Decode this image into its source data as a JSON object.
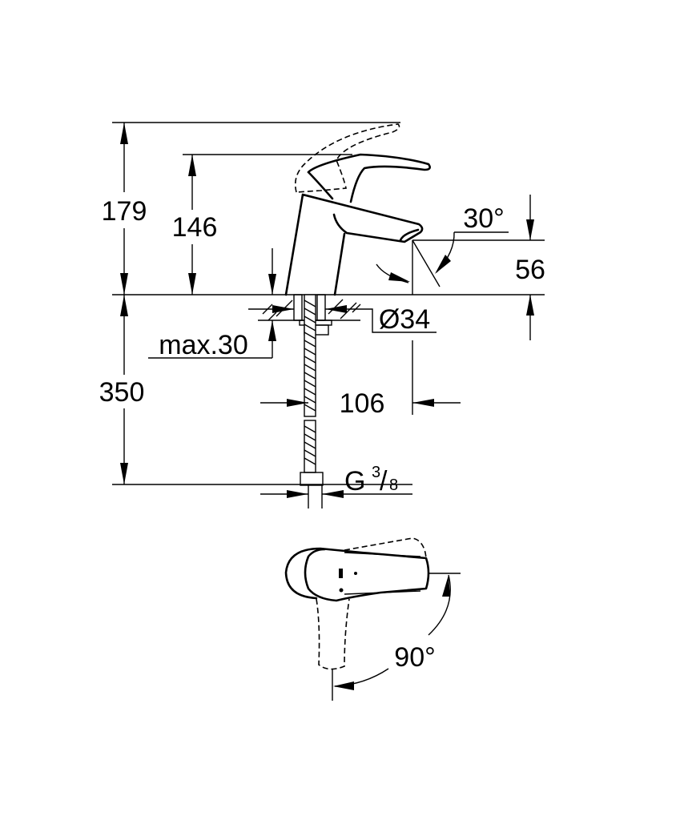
{
  "drawing": {
    "dimensions": {
      "total_height": "179",
      "lever_height": "146",
      "spout_height": "56",
      "spout_angle": "30°",
      "hole_diameter": "Ø34",
      "max_thickness": "max.30",
      "hose_length": "350",
      "spout_reach": "106",
      "connection_g": "G",
      "connection_num": "3",
      "connection_den": "8",
      "lever_rotation": "90°"
    }
  }
}
